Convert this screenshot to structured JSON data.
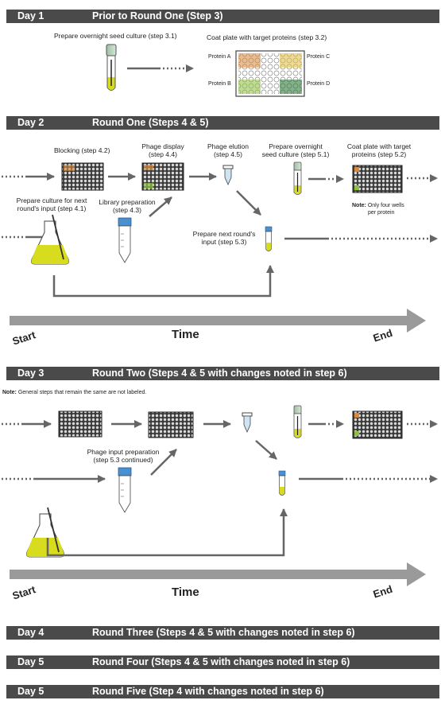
{
  "day1": {
    "day": "Day 1",
    "title": "Prior to Round One (Step 3)",
    "seed": "Prepare overnight seed culture (step 3.1)",
    "coat": "Coat plate with target proteins (step 3.2)",
    "protein_a": "Protein A",
    "protein_b": "Protein B",
    "protein_c": "Protein C",
    "protein_d": "Protein D"
  },
  "day2": {
    "day": "Day 2",
    "title": "Round One (Steps 4 & 5)",
    "blocking": "Blocking (step 4.2)",
    "phage_display_1": "Phage display",
    "phage_display_2": "(step 4.4)",
    "elution_1": "Phage elution",
    "elution_2": "(step 4.5)",
    "seed_1": "Prepare overnight",
    "seed_2": "seed culture (step 5.1)",
    "coat_1": "Coat plate with target",
    "coat_2": "proteins (step 5.2)",
    "note_bold": "Note:",
    "note_1": "Only four wells",
    "note_2": "per protein",
    "culture_1": "Prepare culture for next",
    "culture_2": "round's input (step 4.1)",
    "library_1": "Library preparation",
    "library_2": "(step 4.3)",
    "next_1": "Prepare next round's",
    "next_2": "input (step 5.3)"
  },
  "timeline": {
    "start": "Start",
    "time": "Time",
    "end": "End"
  },
  "day3": {
    "day": "Day 3",
    "title": "Round Two (Steps 4 & 5 with changes noted in step 6)",
    "note_bold": "Note:",
    "note": "General steps that remain the same are not labeled.",
    "phage_input_1": "Phage input preparation",
    "phage_input_2": "(step 5.3 continued)"
  },
  "day4": {
    "day": "Day 4",
    "title": "Round Three (Steps 4 & 5 with changes noted in step 6)"
  },
  "day5a": {
    "day": "Day 5",
    "title": "Round Four (Steps 4 & 5 with changes noted in step 6)"
  },
  "day5b": {
    "day": "Day 5",
    "title": "Round Five (Step 4 with changes noted in step 6)"
  },
  "colors": {
    "bar": "#4a4a4a",
    "protein_a": "#d98a3a",
    "protein_b": "#8fbf3f",
    "protein_c": "#e0c040",
    "protein_d": "#2e7a3a",
    "culture": "#d8dc1e",
    "tube_cap": "#b8d0b8",
    "tube_blue": "#4a8fd0",
    "arrow": "#666666",
    "timeline": "#9a9a9a"
  }
}
